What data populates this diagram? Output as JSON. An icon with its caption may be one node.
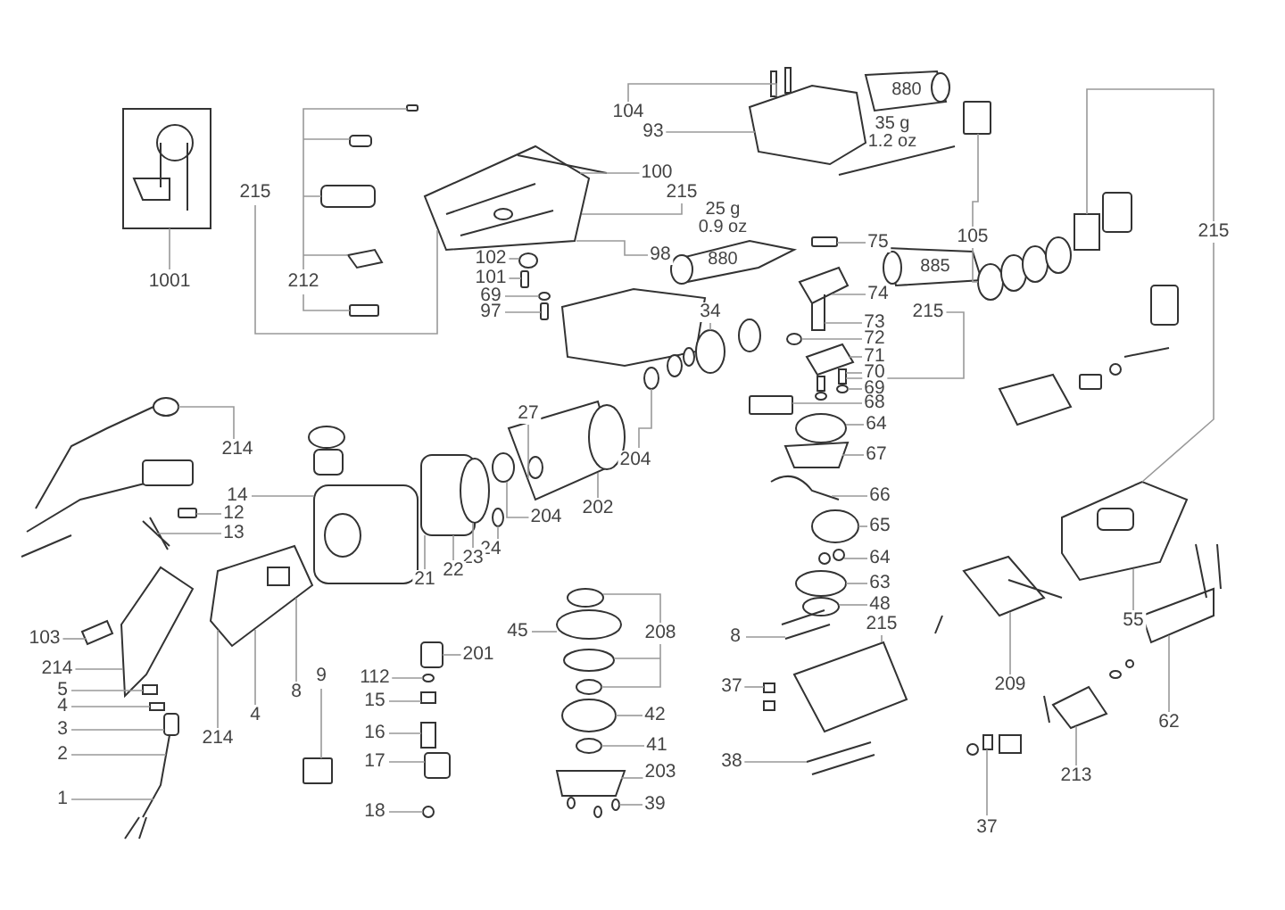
{
  "diagram": {
    "nodes": [
      {
        "text": [
          "1001"
        ]
      },
      {
        "text": [
          "215"
        ]
      },
      {
        "text": [
          "212"
        ]
      },
      {
        "text": [
          "104"
        ]
      },
      {
        "text": [
          "93"
        ]
      },
      {
        "text": [
          "100"
        ]
      },
      {
        "text": [
          "215"
        ]
      },
      {
        "text": [
          "98"
        ]
      },
      {
        "text": [
          "102"
        ]
      },
      {
        "text": [
          "101"
        ]
      },
      {
        "text": [
          "69"
        ]
      },
      {
        "text": [
          "97"
        ]
      },
      {
        "text": [
          "75"
        ]
      },
      {
        "text": [
          "105"
        ]
      },
      {
        "text": [
          "215"
        ]
      },
      {
        "text": [
          "74"
        ]
      },
      {
        "text": [
          "215"
        ]
      },
      {
        "text": [
          "73"
        ]
      },
      {
        "text": [
          "72"
        ]
      },
      {
        "text": [
          "71"
        ]
      },
      {
        "text": [
          "70"
        ]
      },
      {
        "text": [
          "69"
        ]
      },
      {
        "text": [
          "68"
        ]
      },
      {
        "text": [
          "34"
        ]
      },
      {
        "text": [
          "64"
        ]
      },
      {
        "text": [
          "27"
        ]
      },
      {
        "text": [
          "214"
        ]
      },
      {
        "text": [
          "67"
        ]
      },
      {
        "text": [
          "204"
        ]
      },
      {
        "text": [
          "14"
        ]
      },
      {
        "text": [
          "66"
        ]
      },
      {
        "text": [
          "12"
        ]
      },
      {
        "text": [
          "202"
        ]
      },
      {
        "text": [
          "204"
        ]
      },
      {
        "text": [
          "65"
        ]
      },
      {
        "text": [
          "13"
        ]
      },
      {
        "text": [
          "24"
        ]
      },
      {
        "text": [
          "23"
        ]
      },
      {
        "text": [
          "64"
        ]
      },
      {
        "text": [
          "22"
        ]
      },
      {
        "text": [
          "21"
        ]
      },
      {
        "text": [
          "63"
        ]
      },
      {
        "text": [
          "48"
        ]
      },
      {
        "text": [
          "55"
        ]
      },
      {
        "text": [
          "215"
        ]
      },
      {
        "text": [
          "45"
        ]
      },
      {
        "text": [
          "208"
        ]
      },
      {
        "text": [
          "8"
        ]
      },
      {
        "text": [
          "103"
        ]
      },
      {
        "text": [
          "201"
        ]
      },
      {
        "text": [
          "214"
        ]
      },
      {
        "text": [
          "112"
        ]
      },
      {
        "text": [
          "5"
        ]
      },
      {
        "text": [
          "9"
        ]
      },
      {
        "text": [
          "8"
        ]
      },
      {
        "text": [
          "37"
        ]
      },
      {
        "text": [
          "209"
        ]
      },
      {
        "text": [
          "15"
        ]
      },
      {
        "text": [
          "4"
        ]
      },
      {
        "text": [
          "4"
        ]
      },
      {
        "text": [
          "42"
        ]
      },
      {
        "text": [
          "62"
        ]
      },
      {
        "text": [
          "3"
        ]
      },
      {
        "text": [
          "16"
        ]
      },
      {
        "text": [
          "214"
        ]
      },
      {
        "text": [
          "41"
        ]
      },
      {
        "text": [
          "2"
        ]
      },
      {
        "text": [
          "17"
        ]
      },
      {
        "text": [
          "38"
        ]
      },
      {
        "text": [
          "203"
        ]
      },
      {
        "text": [
          "213"
        ]
      },
      {
        "text": [
          "1"
        ]
      },
      {
        "text": [
          "39"
        ]
      },
      {
        "text": [
          "18"
        ]
      },
      {
        "text": [
          "37"
        ]
      },
      {
        "text": [],
        "shape": "picture"
      },
      {
        "text": [],
        "shape": "picture"
      },
      {
        "text": [],
        "shape": "picture"
      },
      {
        "text": [],
        "shape": "circle"
      },
      {
        "text": [],
        "shape": "box"
      },
      {
        "text": [],
        "shape": "circle"
      },
      {
        "text": [],
        "shape": "box"
      },
      {
        "text": [],
        "shape": "picture"
      },
      {
        "text": [],
        "shape": "box"
      },
      {
        "text": [],
        "shape": "box"
      },
      {
        "text": [],
        "shape": "picture"
      },
      {
        "text": [],
        "shape": "circle"
      },
      {
        "text": [],
        "shape": "picture"
      },
      {
        "text": [],
        "shape": "box"
      },
      {
        "text": [],
        "shape": "picture"
      },
      {
        "text": [],
        "shape": "picture"
      },
      {
        "text": [],
        "shape": "picture"
      },
      {
        "text": [],
        "shape": "picture"
      },
      {
        "text": [],
        "shape": "picture"
      },
      {
        "text": [],
        "shape": "picture"
      },
      {
        "text": [],
        "shape": "picture"
      },
      {
        "text": [],
        "shape": "picture"
      },
      {
        "text": [],
        "shape": "box"
      },
      {
        "text": [],
        "shape": "picture"
      },
      {
        "text": [],
        "shape": "picture"
      },
      {
        "text": [],
        "shape": "picture"
      },
      {
        "text": [],
        "shape": "picture"
      },
      {
        "text": [],
        "shape": "picture"
      },
      {
        "text": [],
        "shape": "picture"
      },
      {
        "text": [],
        "shape": "picture"
      },
      {
        "text": [],
        "shape": "picture"
      },
      {
        "text": [],
        "shape": "box"
      },
      {
        "text": [],
        "shape": "picture"
      },
      {
        "text": [],
        "shape": "circle"
      },
      {
        "text": [],
        "shape": "circle"
      },
      {
        "text": [],
        "shape": "picture"
      },
      {
        "text": [],
        "shape": "picture"
      },
      {
        "text": [],
        "shape": "picture"
      },
      {
        "text": [],
        "shape": "picture"
      }
    ],
    "edges": [
      {
        "from": 0,
        "to": 75,
        "arrow": "none"
      },
      {
        "from": 1,
        "to": 77,
        "arrow": "none"
      },
      {
        "from": 2,
        "to": 76,
        "arrow": "none"
      },
      {
        "from": 3,
        "to": 82,
        "arrow": "none"
      },
      {
        "from": 4,
        "to": 82,
        "arrow": "none"
      },
      {
        "from": 5,
        "to": 77,
        "arrow": "none"
      },
      {
        "from": 6,
        "to": 77,
        "arrow": "none"
      },
      {
        "from": 7,
        "to": 77,
        "arrow": "none"
      },
      {
        "from": 8,
        "to": 78,
        "arrow": "none"
      },
      {
        "from": 9,
        "to": 79,
        "arrow": "none"
      },
      {
        "from": 10,
        "to": 80,
        "arrow": "none"
      },
      {
        "from": 11,
        "to": 81,
        "arrow": "none"
      },
      {
        "from": 12,
        "to": 84,
        "arrow": "none"
      },
      {
        "from": 13,
        "to": 83,
        "arrow": "none"
      },
      {
        "from": 13,
        "to": 89,
        "arrow": "none"
      },
      {
        "from": 14,
        "to": 87,
        "arrow": "none"
      },
      {
        "from": 15,
        "to": 85,
        "arrow": "none"
      },
      {
        "from": 16,
        "to": 89,
        "arrow": "none"
      },
      {
        "from": 16,
        "to": 102,
        "arrow": "none"
      },
      {
        "from": 17,
        "to": 85,
        "arrow": "none"
      },
      {
        "from": 18,
        "to": 86,
        "arrow": "none"
      },
      {
        "from": 19,
        "to": 87,
        "arrow": "none"
      },
      {
        "from": 20,
        "to": 87,
        "arrow": "none"
      },
      {
        "from": 21,
        "to": 87,
        "arrow": "none"
      },
      {
        "from": 22,
        "to": 88,
        "arrow": "none"
      },
      {
        "from": 23,
        "to": 91,
        "arrow": "none"
      },
      {
        "from": 24,
        "to": 101,
        "arrow": "none"
      },
      {
        "from": 25,
        "to": 90,
        "arrow": "none"
      },
      {
        "from": 26,
        "to": 108,
        "arrow": "none"
      },
      {
        "from": 27,
        "to": 101,
        "arrow": "none"
      },
      {
        "from": 28,
        "to": 90,
        "arrow": "none"
      },
      {
        "from": 29,
        "to": 93,
        "arrow": "none"
      },
      {
        "from": 30,
        "to": 101,
        "arrow": "none"
      },
      {
        "from": 31,
        "to": 106,
        "arrow": "none"
      },
      {
        "from": 32,
        "to": 90,
        "arrow": "none"
      },
      {
        "from": 33,
        "to": 91,
        "arrow": "none"
      },
      {
        "from": 34,
        "to": 101,
        "arrow": "none"
      },
      {
        "from": 35,
        "to": 107,
        "arrow": "none"
      },
      {
        "from": 36,
        "to": 109,
        "arrow": "none"
      },
      {
        "from": 37,
        "to": 92,
        "arrow": "none"
      },
      {
        "from": 38,
        "to": 101,
        "arrow": "none"
      },
      {
        "from": 39,
        "to": 92,
        "arrow": "none"
      },
      {
        "from": 40,
        "to": 92,
        "arrow": "none"
      },
      {
        "from": 41,
        "to": 101,
        "arrow": "none"
      },
      {
        "from": 42,
        "to": 101,
        "arrow": "none"
      },
      {
        "from": 43,
        "to": 102,
        "arrow": "none"
      },
      {
        "from": 44,
        "to": 100,
        "arrow": "none"
      },
      {
        "from": 45,
        "to": 99,
        "arrow": "none"
      },
      {
        "from": 46,
        "to": 99,
        "arrow": "none"
      },
      {
        "from": 47,
        "to": 113,
        "arrow": "none"
      },
      {
        "from": 48,
        "to": 110,
        "arrow": "none"
      },
      {
        "from": 49,
        "to": 98,
        "arrow": "none"
      },
      {
        "from": 50,
        "to": 95,
        "arrow": "none"
      },
      {
        "from": 51,
        "to": 98,
        "arrow": "none"
      },
      {
        "from": 52,
        "to": 111,
        "arrow": "none"
      },
      {
        "from": 53,
        "to": 97,
        "arrow": "none"
      },
      {
        "from": 54,
        "to": 94,
        "arrow": "none"
      },
      {
        "from": 55,
        "to": 100,
        "arrow": "none"
      },
      {
        "from": 56,
        "to": 105,
        "arrow": "none"
      },
      {
        "from": 57,
        "to": 98,
        "arrow": "none"
      },
      {
        "from": 58,
        "to": 111,
        "arrow": "none"
      },
      {
        "from": 59,
        "to": 94,
        "arrow": "none"
      },
      {
        "from": 60,
        "to": 99,
        "arrow": "none"
      },
      {
        "from": 61,
        "to": 103,
        "arrow": "none"
      },
      {
        "from": 62,
        "to": 96,
        "arrow": "none"
      },
      {
        "from": 63,
        "to": 98,
        "arrow": "none"
      },
      {
        "from": 64,
        "to": 94,
        "arrow": "none"
      },
      {
        "from": 65,
        "to": 99,
        "arrow": "none"
      },
      {
        "from": 66,
        "to": 96,
        "arrow": "none"
      },
      {
        "from": 67,
        "to": 98,
        "arrow": "none"
      },
      {
        "from": 68,
        "to": 100,
        "arrow": "none"
      },
      {
        "from": 69,
        "to": 99,
        "arrow": "none"
      },
      {
        "from": 70,
        "to": 104,
        "arrow": "none"
      },
      {
        "from": 71,
        "to": 96,
        "arrow": "none"
      },
      {
        "from": 72,
        "to": 99,
        "arrow": "none"
      },
      {
        "from": 73,
        "to": 98,
        "arrow": "none"
      },
      {
        "from": 74,
        "to": 112,
        "arrow": "none"
      }
    ],
    "labels": [
      "880",
      "35 g",
      "1.2 oz",
      "25 g",
      "0.9 oz",
      "880",
      "885"
    ]
  }
}
